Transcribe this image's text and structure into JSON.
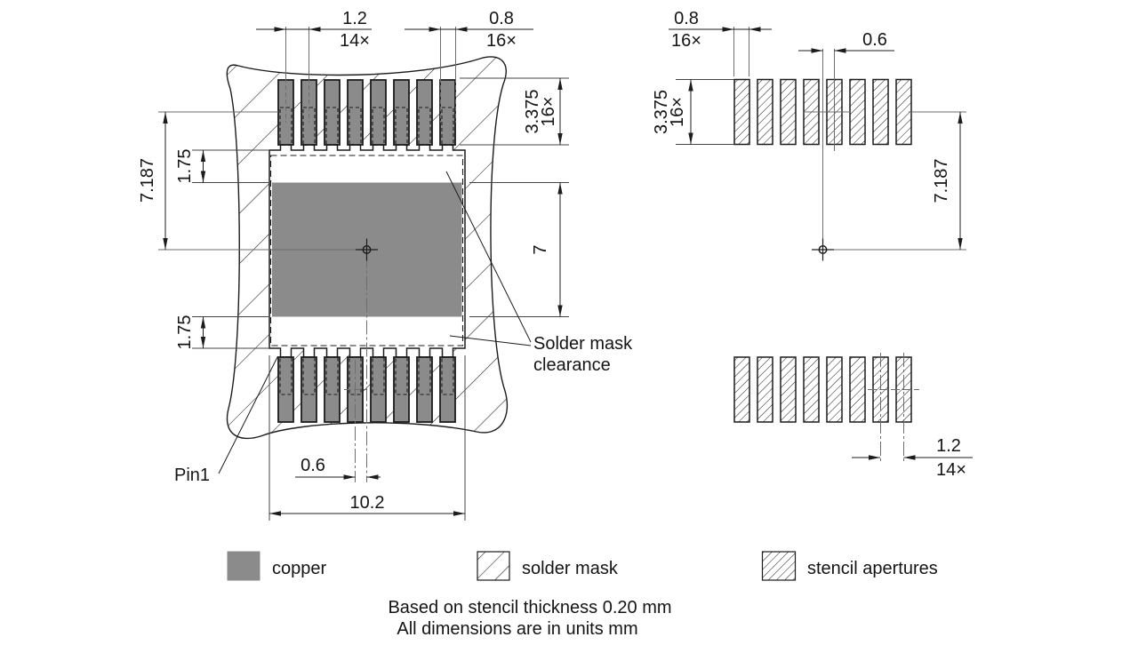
{
  "figure": {
    "type": "pcb-land-pattern-and-stencil-drawing",
    "units": "mm",
    "left_view": {
      "pitch_value": "1.2",
      "pitch_count": "14×",
      "pad_width_value": "0.8",
      "pad_width_count": "16×",
      "pad_length_value": "3.375",
      "pad_length_count": "16×",
      "row_center_to_center": "7.187",
      "clearance_top": "1.75",
      "clearance_bottom": "1.75",
      "center_pad_height": "7",
      "center_offset": "0.6",
      "overall_width": "10.2",
      "pin1_label": "Pin1",
      "mask_clearance_line1": "Solder mask",
      "mask_clearance_line2": "clearance"
    },
    "right_view": {
      "aperture_width_value": "0.8",
      "aperture_width_count": "16×",
      "aperture_length_value": "3.375",
      "aperture_length_count": "16×",
      "center_offset": "0.6",
      "row_center_to_center": "7.187",
      "pitch_value": "1.2",
      "pitch_count": "14×"
    },
    "legend": {
      "copper": "copper",
      "solder_mask": "solder mask",
      "stencil_apertures": "stencil apertures"
    },
    "notes_line1": "Based on stencil thickness 0.20 mm",
    "notes_line2": "All dimensions are in units mm",
    "colors": {
      "copper": "#8b8b8b",
      "line": "#1c1c1c",
      "centerline": "#6e6e6e",
      "background": "#ffffff"
    },
    "structure": {
      "pads_per_row": 8,
      "pad_rows": 2,
      "apertures_per_row": 8,
      "aperture_rows": 2
    }
  }
}
